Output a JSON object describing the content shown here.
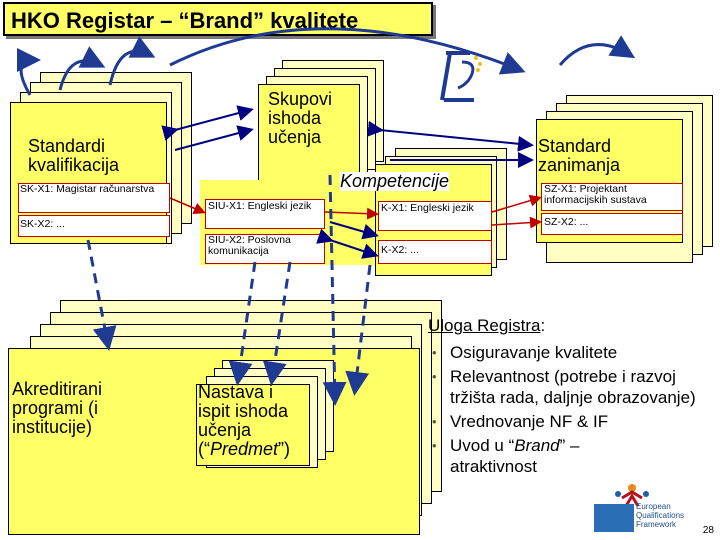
{
  "title": "HKO Registar – “Brand” kvalitete",
  "boxes": {
    "standardi_kvalifikacija": "Standardi kvalifikacija",
    "skupovi_ishoda": "Skupovi ishoda učenja",
    "standard_zanimanja": "Standard zanimanja",
    "kompetencije": "Kompetencije",
    "akreditirani": "Akreditirani programi (i institucije)",
    "nastava_line1": "Nastava i ispit ishoda učenja",
    "nastava_predmet_open": "(“",
    "nastava_predmet": "Predmet",
    "nastava_predmet_close": "”)"
  },
  "entries": {
    "skx1": "SK-X1: Magistar računarstva",
    "skx2": "SK-X2: ...",
    "siux1": "SIU-X1: Engleski jezik",
    "siux2": "SIU-X2: Poslovna komunikacija",
    "kx1": "K-X1: Engleski jezik",
    "kx2": "K-X2: ...",
    "szx1": "SZ-X1: Projektant informacijskih sustava",
    "szx2": "SZ-X2: ..."
  },
  "role": {
    "heading": "Uloga Registra",
    "colon": ":",
    "items": [
      "Osiguravanje kvalitete",
      "Relevantnost (potrebe i razvoj tržišta rada, daljnje obrazovanje)",
      "Vrednovanje NF & IF"
    ],
    "last_item_prefix": "Uvod u “",
    "last_item_brand": "Brand",
    "last_item_suffix": "” – atraktivnost",
    "bullet": "•"
  },
  "logo_eqf": {
    "line1": "European",
    "line2": "Qualifications",
    "line3": "Framework"
  },
  "page_number": "28",
  "colors": {
    "doc_fill": "#ffff66",
    "doc_light": "#ffffc4",
    "arrow_blue": "#1f3a93",
    "arrow_red": "#c00000",
    "navy": "#000080"
  }
}
